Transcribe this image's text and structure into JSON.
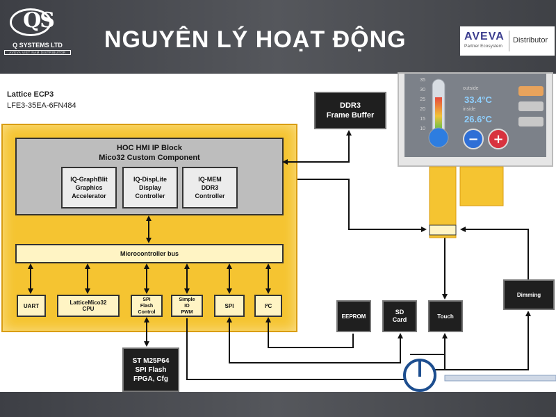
{
  "header": {
    "logo_letters": "QS",
    "logo_name": "Q SYSTEMS LTD",
    "logo_sub": "AVEVA VIET NAM DISTRIBUTOR",
    "title": "NGUYÊN LÝ HOẠT ĐỘNG",
    "partner_brand": "AVEVA",
    "partner_sub": "Partner Ecosystem",
    "partner_role": "Distributor"
  },
  "diagram": {
    "chip_line1": "Lattice ECP3",
    "chip_line2": "LFE3-35EA-6FN484",
    "ip_title_line1": "HOC HMI IP Block",
    "ip_title_line2": "Mico32 Custom Component",
    "ip_blocks": [
      {
        "l1": "IQ-GraphBlit",
        "l2": "Graphics",
        "l3": "Accelerator"
      },
      {
        "l1": "IQ-DispLite",
        "l2": "Display",
        "l3": "Controller"
      },
      {
        "l1": "IQ-MEM",
        "l2": "DDR3",
        "l3": "Controller"
      }
    ],
    "bus_label": "Microcontroller bus",
    "peripherals": {
      "uart": "UART",
      "cpu_l1": "LatticeMico32",
      "cpu_l2": "CPU",
      "spi_flash_l1": "SPI",
      "spi_flash_l2": "Flash",
      "spi_flash_l3": "Control",
      "gpio_l1": "Simple",
      "gpio_l2": "IO",
      "gpio_l3": "PWM",
      "spi": "SPI",
      "i2c": "I²C"
    },
    "ddr3_l1": "DDR3",
    "ddr3_l2": "Frame Buffer",
    "flash_l1": "ST M25P64",
    "flash_l2": "SPI Flash",
    "flash_l3": "FPGA, Cfg",
    "eeprom": "EEPROM",
    "sd_l1": "SD",
    "sd_l2": "Card",
    "touch": "Touch",
    "dimming": "Dimming"
  },
  "lcd": {
    "scale": [
      "35",
      "30",
      "25",
      "20",
      "15",
      "10"
    ],
    "outside_label": "outside",
    "outside_value": "33.4°C",
    "inside_label": "inside",
    "inside_value": "26.6°C",
    "minus": "−",
    "plus": "+"
  }
}
